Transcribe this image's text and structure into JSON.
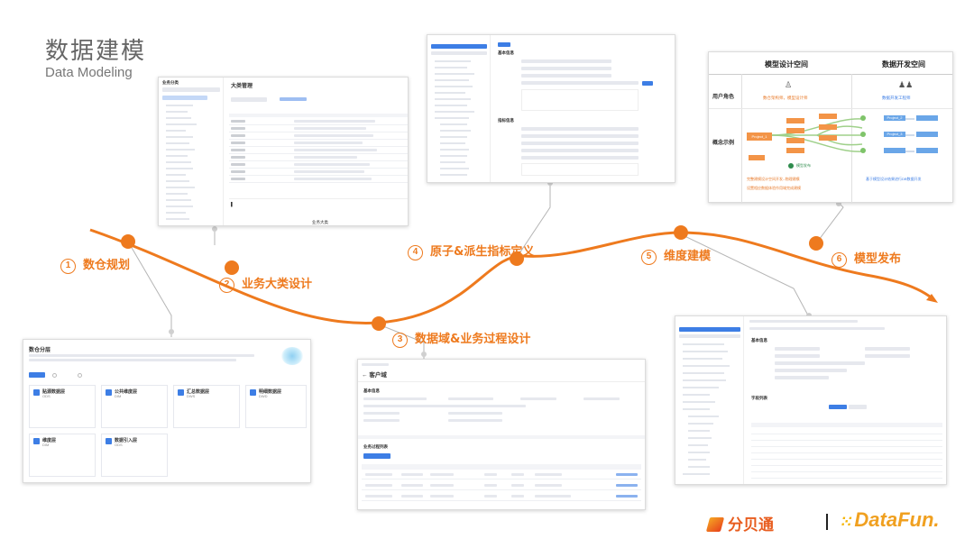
{
  "page": {
    "title_zh": "数据建模",
    "title_en": "Data Modeling"
  },
  "colors": {
    "accent": "#ee7a1e",
    "primary_blue": "#3d7ee5",
    "orange_box": "#f39447",
    "blue_box": "#6aa6e8"
  },
  "steps": [
    {
      "num": "1",
      "label": "数仓规划"
    },
    {
      "num": "2",
      "label": "业务大类设计"
    },
    {
      "num": "3",
      "label": "数据域&业务过程设计"
    },
    {
      "num": "4",
      "label": "原子&派生指标定义"
    },
    {
      "num": "5",
      "label": "维度建模"
    },
    {
      "num": "6",
      "label": "模型发布"
    }
  ],
  "shot_top_left": {
    "sidebar_title": "业务分类",
    "header_title": "大类管理",
    "footer_label": "业务大类"
  },
  "shot_concept": {
    "col1_title": "模型设计空间",
    "col2_title": "数据开发空间",
    "row1_label": "用户角色",
    "row2_label": "概念示例",
    "role1": "数仓架构师，模型设计师",
    "role2": "数据开发工程师",
    "project_a": "Project_1",
    "project_b": "Project_2",
    "project_c": "Project_3",
    "bottom_left": "模型发布",
    "note1": "完整建模设计空间开发--物理建模",
    "note2": "设置相应数据体验作用域完成建模",
    "note3": "基于模型设计结果进行DB数据开发"
  },
  "shot_planning": {
    "title": "数仓分层",
    "cards": [
      {
        "title": "贴源数据层",
        "code": "ODS"
      },
      {
        "title": "公共维度层",
        "code": "DIM"
      },
      {
        "title": "汇总数据层",
        "code": "DWS"
      },
      {
        "title": "明细数据层",
        "code": "DWD"
      },
      {
        "title": "维度层",
        "code": "DIM"
      },
      {
        "title": "数据引入层",
        "code": "ODS"
      }
    ]
  },
  "shot_domain": {
    "title": "客户域",
    "section1": "基本信息",
    "section2": "业务过程列表"
  },
  "shot_metric": {
    "section1": "基本信息",
    "section2": "指标信息"
  },
  "shot_dimension": {
    "section1": "基本信息",
    "section2": "字段列表"
  },
  "logos": {
    "brand1": "分贝通",
    "brand2": "DataFun."
  }
}
